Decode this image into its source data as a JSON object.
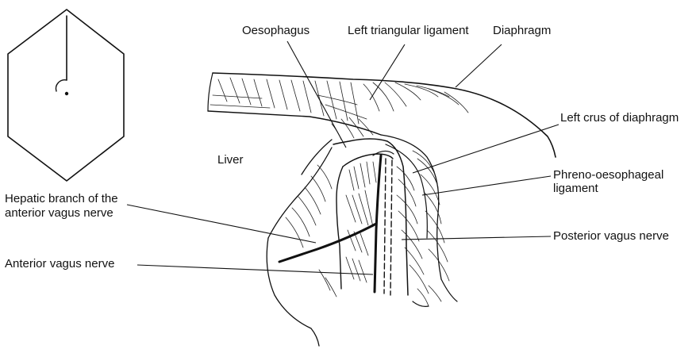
{
  "labels": {
    "oesophagus": "Oesophagus",
    "left_triangular_ligament": "Left triangular ligament",
    "diaphragm": "Diaphragm",
    "left_crus_of_diaphragm": "Left crus of diaphragm",
    "liver": "Liver",
    "phreno_oesophageal_ligament_line1": "Phreno-oesophageal",
    "phreno_oesophageal_ligament_line2": "ligament",
    "hepatic_branch_line1": "Hepatic branch of the",
    "hepatic_branch_line2": "anterior vagus nerve",
    "posterior_vagus_nerve": "Posterior vagus nerve",
    "anterior_vagus_nerve": "Anterior vagus nerve"
  },
  "colors": {
    "ink": "#111111",
    "background": "#ffffff"
  }
}
